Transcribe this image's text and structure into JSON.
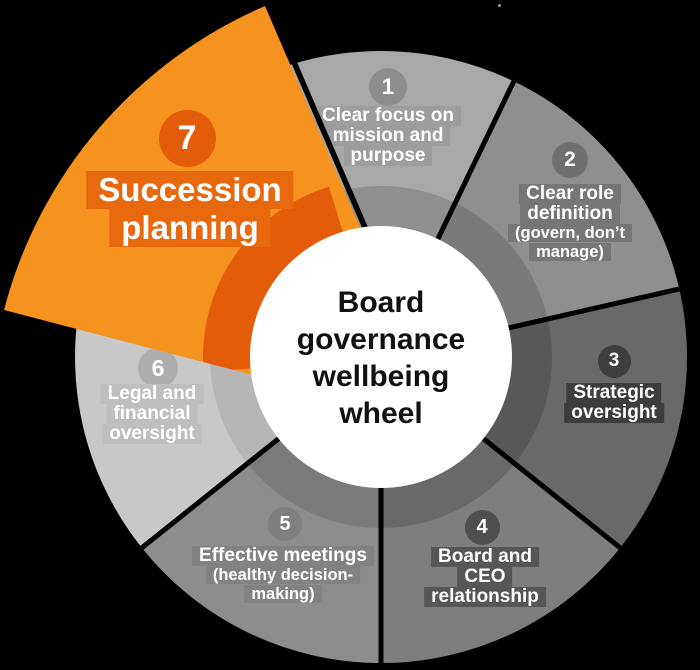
{
  "background_color": "#000000",
  "center": {
    "title_lines": [
      "Board",
      "governance",
      "wellbeing",
      "wheel"
    ],
    "bg_color": "#ffffff",
    "text_color": "#111111"
  },
  "gap_color": "#000000",
  "artifact_dot_color": "#979797",
  "segments": [
    {
      "number": "1",
      "lines": [
        "Clear focus on",
        "mission and",
        "purpose"
      ],
      "main_color": "#a8a8a8",
      "ring_color": "#8f8f8f",
      "circle_color": "#8d8d8d",
      "label_bg": "#9d9d9d",
      "text_color": "#ffffff",
      "highlighted": false
    },
    {
      "number": "2",
      "lines": [
        "Clear role",
        "definition",
        "(govern, don’t",
        "manage)"
      ],
      "main_color": "#8f8f8f",
      "ring_color": "#7a7a7a",
      "circle_color": "#6f6f6f",
      "label_bg": "#767676",
      "text_color": "#ffffff",
      "highlighted": false
    },
    {
      "number": "3",
      "lines": [
        "Strategic",
        "oversight"
      ],
      "main_color": "#696969",
      "ring_color": "#585858",
      "circle_color": "#3e3e3e",
      "label_bg": "#3d3d3d",
      "text_color": "#ffffff",
      "highlighted": false
    },
    {
      "number": "4",
      "lines": [
        "Board and",
        "CEO",
        "relationship"
      ],
      "main_color": "#7e7e7e",
      "ring_color": "#696969",
      "circle_color": "#4f4f4f",
      "label_bg": "#565656",
      "text_color": "#ffffff",
      "highlighted": false
    },
    {
      "number": "5",
      "lines": [
        "Effective meetings",
        "(healthy decision-",
        "making)"
      ],
      "main_color": "#8d8d8d",
      "ring_color": "#7b7b7b",
      "circle_color": "#7f7f7f",
      "label_bg": "#828282",
      "text_color": "#ffffff",
      "highlighted": false
    },
    {
      "number": "6",
      "lines": [
        "Legal and",
        "financial",
        "oversight"
      ],
      "main_color": "#c8c8c8",
      "ring_color": "#b6b6b6",
      "circle_color": "#aeaeae",
      "label_bg": "#bebebe",
      "text_color": "#ffffff",
      "highlighted": false
    },
    {
      "number": "7",
      "lines": [
        "Succession",
        "planning"
      ],
      "main_color": "#f6921e",
      "ring_color": "#e45c0a",
      "circle_color": "#e45c0a",
      "label_bg": "#e8680e",
      "text_color": "#ffffff",
      "highlighted": true
    }
  ]
}
